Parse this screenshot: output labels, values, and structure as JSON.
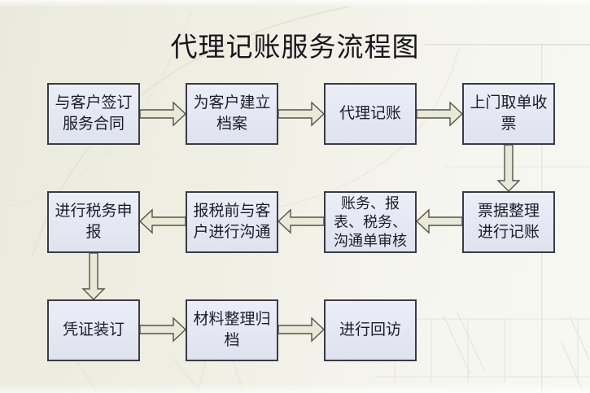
{
  "title": "代理记账服务流程图",
  "flow": {
    "nodes": [
      {
        "id": "sign-contract",
        "label": "与客户签订\n服务合同"
      },
      {
        "id": "create-file",
        "label": "为客户建立\n档案"
      },
      {
        "id": "bookkeeping",
        "label": "代理记账"
      },
      {
        "id": "collect-receipts",
        "label": "上门取单收\n票"
      },
      {
        "id": "tax-filing",
        "label": "进行税务申\n报"
      },
      {
        "id": "communicate",
        "label": "报税前与客\n户进行沟通"
      },
      {
        "id": "review",
        "label": "账务、报\n表、税务、\n沟通单审核"
      },
      {
        "id": "organize-bills",
        "label": "票据整理\n进行记账"
      },
      {
        "id": "voucher-binding",
        "label": "凭证装订"
      },
      {
        "id": "archive",
        "label": "材料整理归\n档"
      },
      {
        "id": "follow-up",
        "label": "进行回访"
      }
    ],
    "connections": [
      {
        "from": "sign-contract",
        "to": "create-file",
        "direction": "right"
      },
      {
        "from": "create-file",
        "to": "bookkeeping",
        "direction": "right"
      },
      {
        "from": "bookkeeping",
        "to": "collect-receipts",
        "direction": "right"
      },
      {
        "from": "collect-receipts",
        "to": "organize-bills",
        "direction": "down"
      },
      {
        "from": "organize-bills",
        "to": "review",
        "direction": "left"
      },
      {
        "from": "review",
        "to": "communicate",
        "direction": "left"
      },
      {
        "from": "communicate",
        "to": "tax-filing",
        "direction": "left"
      },
      {
        "from": "tax-filing",
        "to": "voucher-binding",
        "direction": "down"
      },
      {
        "from": "voucher-binding",
        "to": "archive",
        "direction": "right"
      },
      {
        "from": "archive",
        "to": "follow-up",
        "direction": "right"
      }
    ]
  },
  "colors": {
    "background_left": "#eaeadc",
    "background_right": "#f8f8f3",
    "box_fill": "#e6e9f3",
    "box_border": "#3b3b46",
    "arrow_fill": "#e9e9d8",
    "arrow_border": "#54544b",
    "title_text": "#16161c",
    "box_text": "#1c1c28",
    "decoration_line": "#e1e1d2"
  }
}
